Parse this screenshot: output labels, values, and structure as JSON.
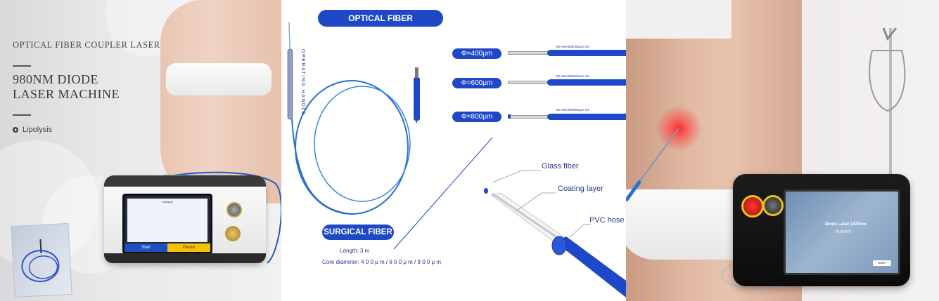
{
  "left_panel": {
    "subtitle": "OPTICAL FIBER COUPLER LASER",
    "title_line1": "980NM DIODE",
    "title_line2": "LASER MACHINE",
    "bullet": "Lipolysis",
    "screen": {
      "title": "Lipolysis",
      "start_label": "Start",
      "pause_label": "Pause"
    }
  },
  "middle_panel": {
    "section_title": "OPTICAL FIBER INTRODUCTION",
    "handle_label": "OPERATING HANDLE",
    "surgical_title": "SURGICAL FIBER",
    "diameters": [
      {
        "label": "Φ=400μm",
        "code": "HD-SMA905/400μm-3m"
      },
      {
        "label": "Φ=600μm",
        "code": "HD-SMA905/600μm-3m"
      },
      {
        "label": "Φ=800μm",
        "code": "HD-SMA905/800μm-3m"
      }
    ],
    "layers": {
      "glass": "Glass fiber",
      "coating": "Coating layer",
      "pvc": "PVC hose"
    },
    "length_label": "Length:",
    "length_value": "3 m",
    "core_label": "Core diameter:",
    "core_value": "4 0 0 μ m / 6 0 0 μ m / 8 0 0 μ m",
    "accent_color": "#1f48c9"
  },
  "right_panel": {
    "screen_title": "Diode Laser 1470nm",
    "screen_model": "TR-B1470",
    "enter_label": "Enter"
  }
}
